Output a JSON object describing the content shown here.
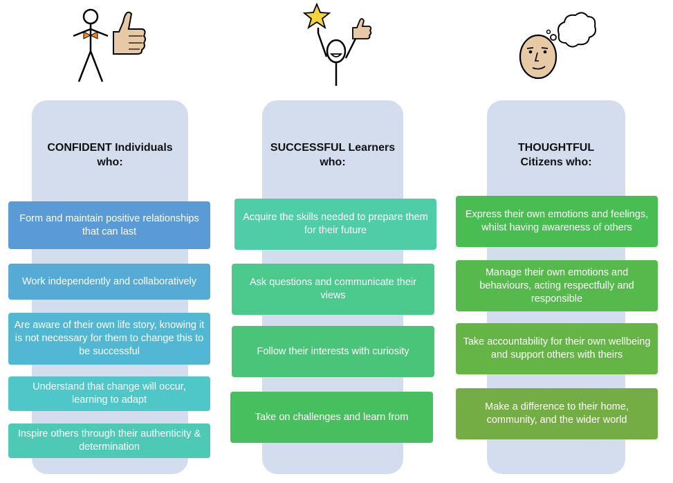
{
  "columns": [
    {
      "title": "CONFIDENT Individuals who:",
      "icon": "stick-figure-thumbs-up-icon",
      "items": [
        {
          "text": "Form and maintain positive relationships that can last",
          "color": "#5b9bd5"
        },
        {
          "text": "Work independently and collaboratively",
          "color": "#56abd6"
        },
        {
          "text": "Are aware of their own life story, knowing it is not necessary for them to change this to be successful",
          "color": "#51b7d3"
        },
        {
          "text": "Understand that change will occur, learning to adapt",
          "color": "#4fc6c8"
        },
        {
          "text": "Inspire others through their authenticity & determination",
          "color": "#4ec9b5"
        }
      ]
    },
    {
      "title": "SUCCESSFUL Learners who:",
      "icon": "celebrating-figure-star-icon",
      "items": [
        {
          "text": "Acquire the skills needed to prepare them for their future",
          "color": "#4fcda6"
        },
        {
          "text": "Ask questions and communicate their views",
          "color": "#4cc98d"
        },
        {
          "text": "Follow their interests with curiosity",
          "color": "#4ac479"
        },
        {
          "text": "Take on challenges and learn from",
          "color": "#47bf5e"
        }
      ]
    },
    {
      "title": "THOUGHTFUL Citizens who:",
      "icon": "thinking-face-icon",
      "items": [
        {
          "text": "Express their own emotions and feelings, whilst having awareness of others",
          "color": "#48bd52"
        },
        {
          "text": "Manage their own emotions and behaviours, acting respectfully and responsible",
          "color": "#55b94b"
        },
        {
          "text": "Take accountability for their own wellbeing and support others with theirs",
          "color": "#65b446"
        },
        {
          "text": "Make a difference to their home, community, and the wider world",
          "color": "#73ad43"
        }
      ]
    }
  ],
  "colors": {
    "pillar": "#d3ddee",
    "title": "#111111",
    "card_text": "#ffffff"
  }
}
